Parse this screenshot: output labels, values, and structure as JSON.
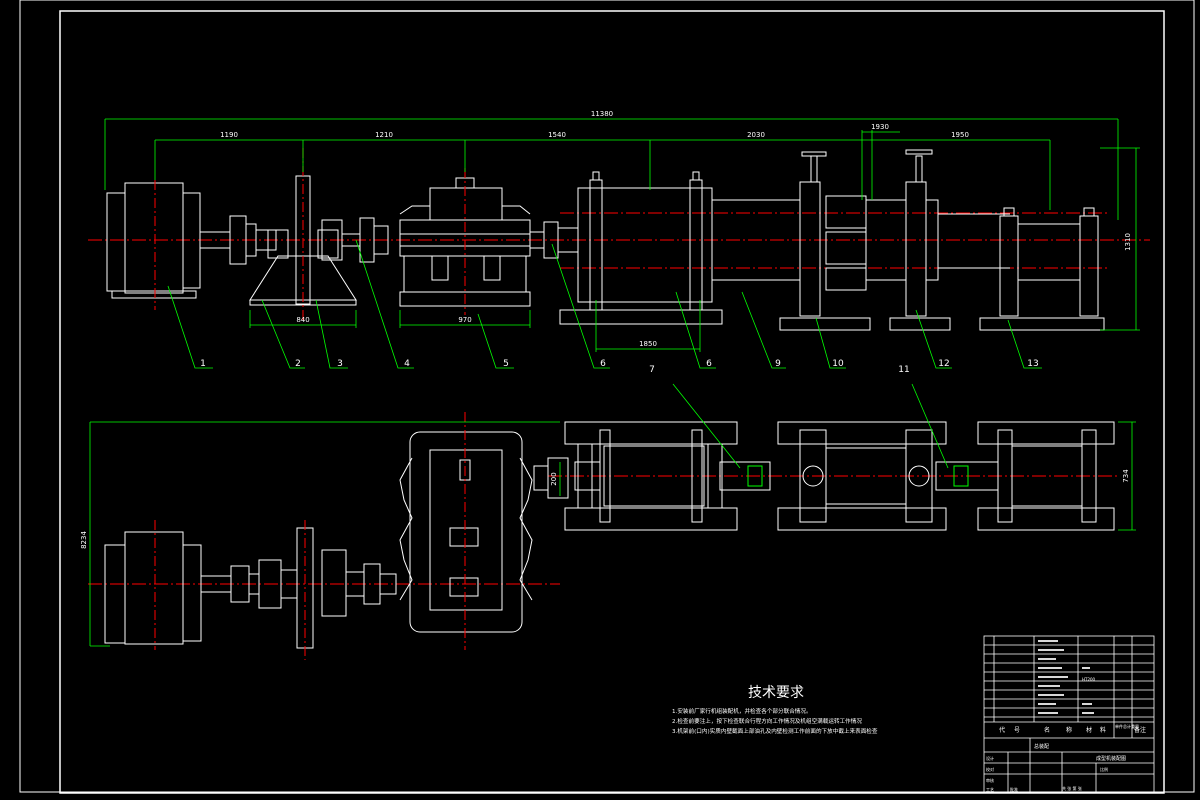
{
  "colors": {
    "background": "#000000",
    "outline": "#ffffff",
    "dimension": "#00ff00",
    "centerline": "#ff0000",
    "text": "#ffffff"
  },
  "top_view": {
    "overall_length": "11380",
    "segments": [
      "1190",
      "1210",
      "1540",
      "2030",
      "1930",
      "1950"
    ],
    "height_dim": "1310",
    "sub_dims": [
      "840",
      "970",
      "1850"
    ],
    "part_numbers": [
      "1",
      "2",
      "3",
      "4",
      "5",
      "6",
      "6",
      "9",
      "10",
      "12",
      "13"
    ],
    "upper_callouts": [
      "7",
      "11"
    ]
  },
  "plan_view": {
    "overall_width": "8234",
    "right_width": "734",
    "small_dim": "200"
  },
  "tech_requirements": {
    "title": "技术要求",
    "lines": [
      "1.安装前厂家行机组装配机，并检查各个部分联合情况。",
      "2.检查前要注上，按下检查联合行程方向工作情况及机组空满载运转工作情况",
      "3.机架前(口内)实质内壁截面上部油孔及内壁检测工作前面的下放中截上来表面检查"
    ]
  },
  "title_block": {
    "header_cols": [
      "代",
      "号",
      "名",
      "称",
      "材",
      "料",
      "备注"
    ],
    "header_extra": "单件总计重量",
    "drawing_name": "成型机装配图",
    "material_ref": "HT200",
    "label_a": "总装配",
    "sig_labels": [
      "设计",
      "校对",
      "审核",
      "工艺",
      "批准"
    ],
    "scale_label": "比例",
    "sheet_label": "共 张 第 张"
  }
}
